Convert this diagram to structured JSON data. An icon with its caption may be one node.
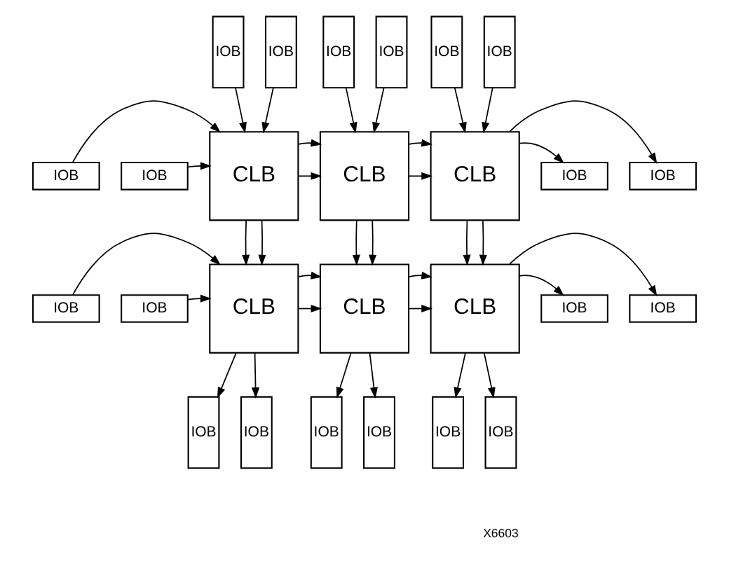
{
  "diagram": {
    "nodes": [
      {
        "text": [
          "IOB"
        ]
      },
      {
        "text": [
          "IOB"
        ]
      },
      {
        "text": [
          "IOB"
        ]
      },
      {
        "text": [
          "IOB"
        ]
      },
      {
        "text": [
          "IOB"
        ]
      },
      {
        "text": [
          "IOB"
        ]
      },
      {
        "text": [
          "IOB"
        ]
      },
      {
        "text": [
          "CLB"
        ]
      },
      {
        "text": [
          "CLB"
        ]
      },
      {
        "text": [
          "CLB"
        ]
      },
      {
        "text": [
          "IOB"
        ]
      },
      {
        "text": [
          "IOB"
        ]
      },
      {
        "text": [
          "IOB"
        ]
      },
      {
        "text": [
          "IOB"
        ]
      },
      {
        "text": [
          "CLB"
        ]
      },
      {
        "text": [
          "CLB"
        ]
      },
      {
        "text": [
          "CLB"
        ]
      },
      {
        "text": [
          "IOB"
        ]
      },
      {
        "text": [
          "IOB"
        ]
      },
      {
        "text": [
          "IOB"
        ]
      },
      {
        "text": [
          "IOB"
        ]
      },
      {
        "text": [
          "IOB"
        ]
      },
      {
        "text": [
          "IOB"
        ]
      },
      {
        "text": [
          "IOB"
        ]
      },
      {
        "text": [
          "IOB"
        ]
      },
      {
        "text": [
          "IOB"
        ]
      }
    ],
    "edges": [
      {
        "from": 0,
        "to": 7,
        "arrow": "to"
      },
      {
        "from": 1,
        "to": 7,
        "arrow": "to"
      },
      {
        "from": 2,
        "to": 8,
        "arrow": "to"
      },
      {
        "from": 3,
        "to": 8,
        "arrow": "to"
      },
      {
        "from": 4,
        "to": 9,
        "arrow": "to"
      },
      {
        "from": 5,
        "to": 9,
        "arrow": "to"
      },
      {
        "from": 6,
        "to": 7,
        "arrow": "to"
      },
      {
        "from": 11,
        "to": 7,
        "arrow": "to"
      },
      {
        "from": 7,
        "to": 8,
        "arrow": "to"
      },
      {
        "from": 7,
        "to": 8,
        "arrow": "to"
      },
      {
        "from": 8,
        "to": 9,
        "arrow": "to"
      },
      {
        "from": 8,
        "to": 9,
        "arrow": "to"
      },
      {
        "from": 9,
        "to": 10,
        "arrow": "to"
      },
      {
        "from": 9,
        "to": 12,
        "arrow": "to"
      },
      {
        "from": 7,
        "to": 14,
        "arrow": "to"
      },
      {
        "from": 7,
        "to": 14,
        "arrow": "to"
      },
      {
        "from": 8,
        "to": 15,
        "arrow": "to"
      },
      {
        "from": 8,
        "to": 15,
        "arrow": "to"
      },
      {
        "from": 9,
        "to": 16,
        "arrow": "to"
      },
      {
        "from": 9,
        "to": 16,
        "arrow": "to"
      },
      {
        "from": 13,
        "to": 14,
        "arrow": "to"
      },
      {
        "from": 18,
        "to": 14,
        "arrow": "to"
      },
      {
        "from": 14,
        "to": 15,
        "arrow": "to"
      },
      {
        "from": 14,
        "to": 15,
        "arrow": "to"
      },
      {
        "from": 15,
        "to": 16,
        "arrow": "to"
      },
      {
        "from": 15,
        "to": 16,
        "arrow": "to"
      },
      {
        "from": 16,
        "to": 17,
        "arrow": "to"
      },
      {
        "from": 16,
        "to": 19,
        "arrow": "to"
      },
      {
        "from": 14,
        "to": 20,
        "arrow": "to"
      },
      {
        "from": 14,
        "to": 21,
        "arrow": "to"
      },
      {
        "from": 15,
        "to": 22,
        "arrow": "to"
      },
      {
        "from": 15,
        "to": 23,
        "arrow": "to"
      },
      {
        "from": 16,
        "to": 24,
        "arrow": "to"
      },
      {
        "from": 16,
        "to": 25,
        "arrow": "to"
      }
    ],
    "labels": [
      "X6603"
    ]
  }
}
